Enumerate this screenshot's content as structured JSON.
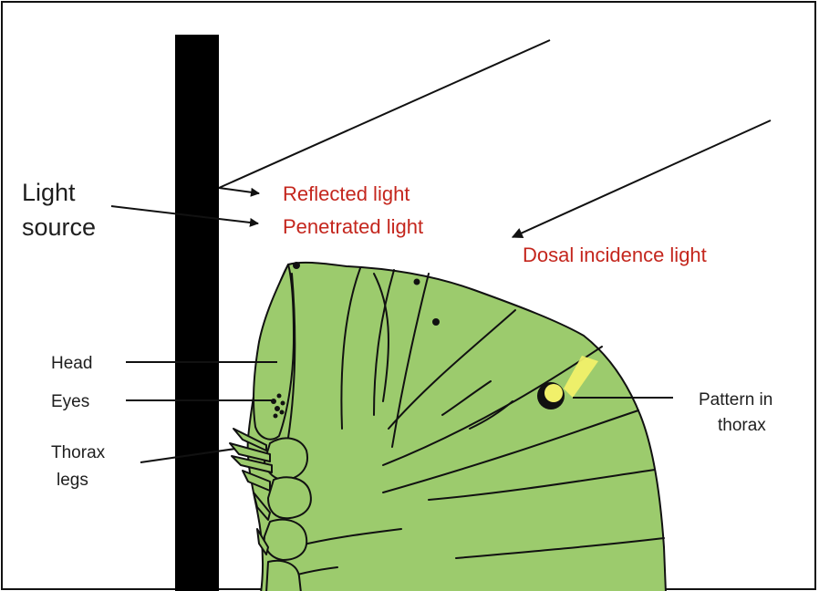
{
  "labels": {
    "light_source_line1": "Light",
    "light_source_line2": "source",
    "reflected": "Reflected light",
    "penetrated": "Penetrated light",
    "dorsal": "Dosal incidence light",
    "head": "Head",
    "eyes": "Eyes",
    "thorax_legs_line1": "Thorax",
    "thorax_legs_line2": "legs",
    "pattern_line1": "Pattern in",
    "pattern_line2": "thorax"
  },
  "colors": {
    "body_green": "#9ccb6d",
    "outline": "#111111",
    "label_red": "#c4261d",
    "label_black": "#1e1e1e",
    "pattern_yellow": "#f1f06a",
    "substrate": "#000000"
  }
}
